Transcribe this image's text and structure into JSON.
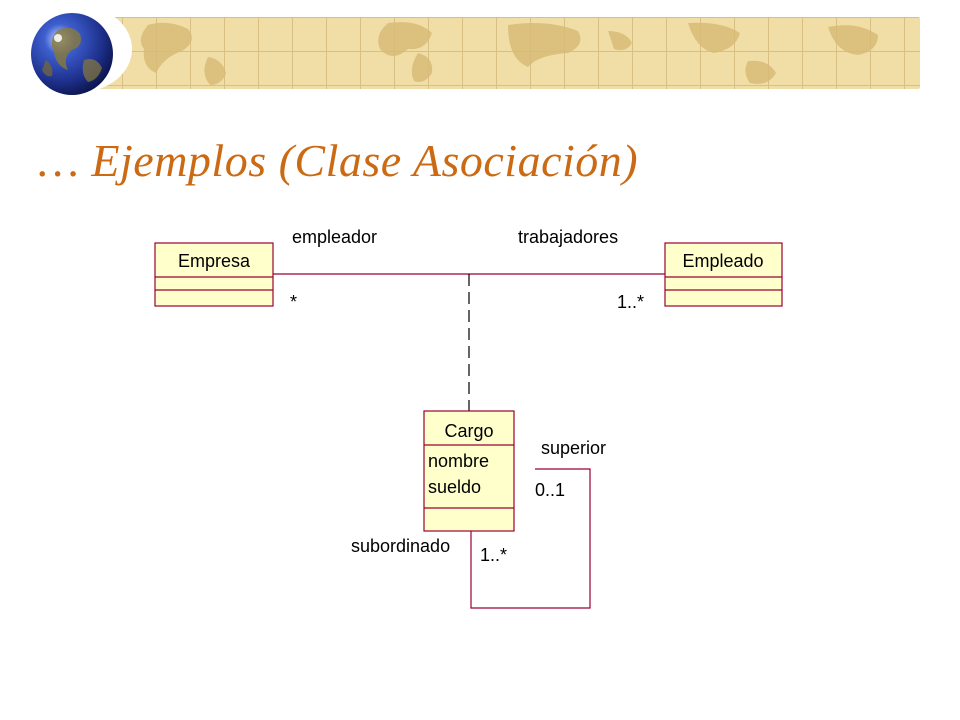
{
  "title": "… Ejemplos (Clase Asociación)",
  "banner": {
    "icons": [
      "globe-icon",
      "world-map-strip"
    ]
  },
  "colors": {
    "title": "#cc6a14",
    "class_fill": "#ffffcc",
    "class_border": "#990033",
    "map": "#f1dea6"
  },
  "diagram": {
    "classes": {
      "empresa": {
        "name": "Empresa",
        "attributes": []
      },
      "empleado": {
        "name": "Empleado",
        "attributes": []
      },
      "cargo": {
        "name": "Cargo",
        "attributes": [
          "nombre",
          "sueldo"
        ]
      }
    },
    "association": {
      "left_role": "empleador",
      "right_role": "trabajadores",
      "left_multiplicity": "*",
      "right_multiplicity": "1..*"
    },
    "self_association": {
      "superior_role": "superior",
      "superior_multiplicity": "0..1",
      "subordinate_role": "subordinado",
      "subordinate_multiplicity": "1..*"
    }
  }
}
